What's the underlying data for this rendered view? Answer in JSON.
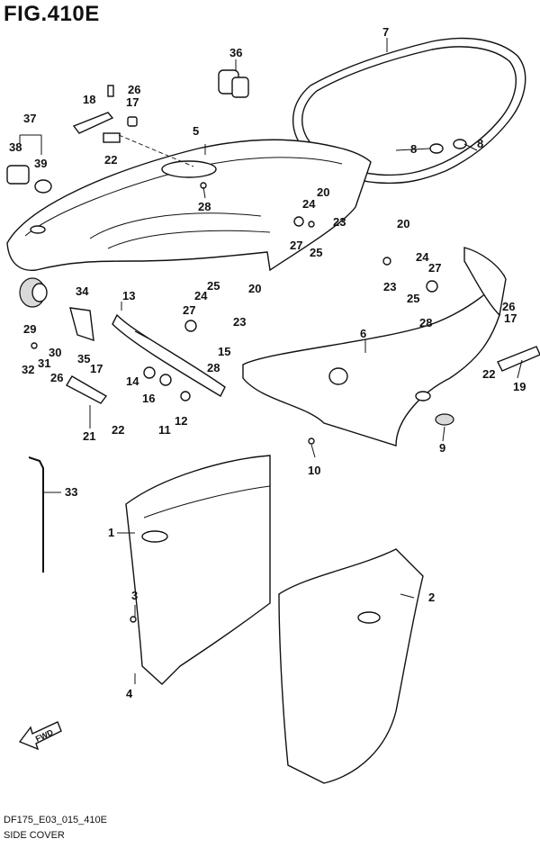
{
  "figure": {
    "title": "FIG.410E",
    "code": "DF175_E03_015_410E",
    "subtitle": "SIDE COVER",
    "direction_label": "FWD"
  },
  "callouts": [
    {
      "id": "c36",
      "label": "36"
    },
    {
      "id": "c7",
      "label": "7"
    },
    {
      "id": "c26a",
      "label": "26"
    },
    {
      "id": "c18",
      "label": "18"
    },
    {
      "id": "c17a",
      "label": "17"
    },
    {
      "id": "c37",
      "label": "37"
    },
    {
      "id": "c38",
      "label": "38"
    },
    {
      "id": "c39",
      "label": "39"
    },
    {
      "id": "c5",
      "label": "5"
    },
    {
      "id": "c22a",
      "label": "22"
    },
    {
      "id": "c8a",
      "label": "8"
    },
    {
      "id": "c8b",
      "label": "8"
    },
    {
      "id": "c28a",
      "label": "28"
    },
    {
      "id": "c20a",
      "label": "20"
    },
    {
      "id": "c24a",
      "label": "24"
    },
    {
      "id": "c23a",
      "label": "23"
    },
    {
      "id": "c27a",
      "label": "27"
    },
    {
      "id": "c25a",
      "label": "25"
    },
    {
      "id": "c20b",
      "label": "20"
    },
    {
      "id": "c24b",
      "label": "24"
    },
    {
      "id": "c27b",
      "label": "27"
    },
    {
      "id": "c23b",
      "label": "23"
    },
    {
      "id": "c25b",
      "label": "25"
    },
    {
      "id": "c34",
      "label": "34"
    },
    {
      "id": "c13",
      "label": "13"
    },
    {
      "id": "c25c",
      "label": "25"
    },
    {
      "id": "c20c",
      "label": "20"
    },
    {
      "id": "c24c",
      "label": "24"
    },
    {
      "id": "c27c",
      "label": "27"
    },
    {
      "id": "c23c",
      "label": "23"
    },
    {
      "id": "c29",
      "label": "29"
    },
    {
      "id": "c30",
      "label": "30"
    },
    {
      "id": "c31",
      "label": "31"
    },
    {
      "id": "c32",
      "label": "32"
    },
    {
      "id": "c35",
      "label": "35"
    },
    {
      "id": "c26b",
      "label": "26"
    },
    {
      "id": "c17b",
      "label": "17"
    },
    {
      "id": "c15",
      "label": "15"
    },
    {
      "id": "c28b",
      "label": "28"
    },
    {
      "id": "c28c",
      "label": "28"
    },
    {
      "id": "c6",
      "label": "6"
    },
    {
      "id": "c26c",
      "label": "26"
    },
    {
      "id": "c17c",
      "label": "17"
    },
    {
      "id": "c22b",
      "label": "22"
    },
    {
      "id": "c19",
      "label": "19"
    },
    {
      "id": "c14",
      "label": "14"
    },
    {
      "id": "c16",
      "label": "16"
    },
    {
      "id": "c22c",
      "label": "22"
    },
    {
      "id": "c11",
      "label": "11"
    },
    {
      "id": "c12",
      "label": "12"
    },
    {
      "id": "c21",
      "label": "21"
    },
    {
      "id": "c9",
      "label": "9"
    },
    {
      "id": "c10",
      "label": "10"
    },
    {
      "id": "c33",
      "label": "33"
    },
    {
      "id": "c1",
      "label": "1"
    },
    {
      "id": "c2",
      "label": "2"
    },
    {
      "id": "c3",
      "label": "3"
    },
    {
      "id": "c4",
      "label": "4"
    }
  ]
}
